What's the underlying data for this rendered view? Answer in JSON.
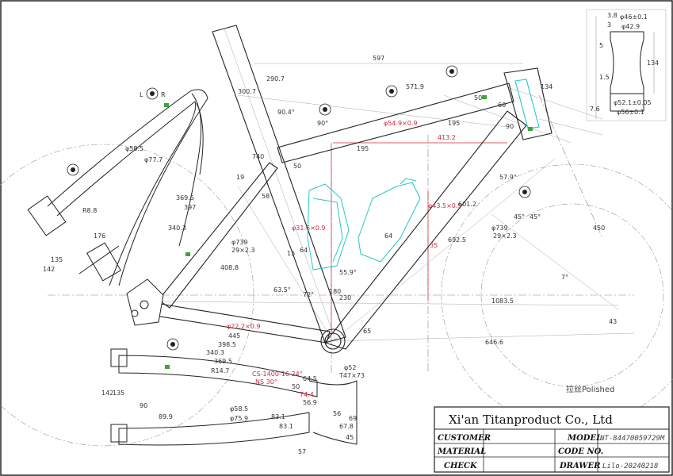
{
  "title_block": {
    "company": "Xi'an Titanproduct Co., Ltd",
    "customer_label": "CUSTOMER",
    "customer_value": "",
    "material_label": "MATERIAL",
    "material_value": "",
    "check_label": "CHECK",
    "check_value": "",
    "model_label": "MODEL",
    "model_value": "NT-84470059729M",
    "code_label": "CODE NO.",
    "code_value": "",
    "drawer_label": "DRAWER",
    "drawer_value": "Lilo-20240218"
  },
  "finish_note": "拉丝Polished",
  "colors": {
    "line": "#222222",
    "dim": "#555555",
    "red": "#d0283a",
    "cyan": "#25c8c8",
    "green": "#3aa63a"
  },
  "dimensions": {
    "top_length": "597",
    "seat_tube_angle_label": "90.4°",
    "top_tube_a": "195",
    "top_tube_b": "195",
    "top_tube_c": "413.2",
    "top_tube_d": "571.9",
    "top_dia": "φ54.9×0.9",
    "top_60": "60",
    "top_50a": "50",
    "top_50b": "50",
    "ht_134": "134",
    "ht_90": "90",
    "seat_300": "300.7",
    "seat_290": "290.7",
    "seat_740": "740",
    "seat_58": "58",
    "seat_phi": "φ31.6×0.9",
    "down_phi": "φ43.5×0.9",
    "down_601": "601.2",
    "down_692": "692.5",
    "down_64a": "64",
    "down_64b": "64",
    "down_35": "35",
    "ang_57": "57.9°",
    "ang_45a": "45°",
    "ang_45b": "45°",
    "ang_55": "55.9°",
    "ang_63": "63.5°",
    "ang_72": "72°",
    "ang_7": "7°",
    "arc_739a": "φ739",
    "arc_29a": "29×2.3",
    "arc_739b": "φ739",
    "arc_29b": "29×2.3",
    "len_408": "408.8",
    "len_369": "369.5",
    "len_397": "397",
    "len_340": "340.3",
    "len_176": "176",
    "len_135": "135",
    "len_142": "142",
    "r88": "R8.8",
    "phi585": "φ58.5",
    "phi777": "φ77.7",
    "ss_phi": "φ22.2×0.9",
    "d_230": "230",
    "d_180": "180",
    "d_65": "65",
    "d_1083": "1083.5",
    "d_646": "646.6",
    "d_43": "43",
    "d_450": "450",
    "d_phi52": "φ52",
    "d_t47": "T47×73",
    "d_19": "19",
    "d_15": "15",
    "cs_445": "445",
    "cs_398": "398.5",
    "cs_340": "340.3",
    "cs_369": "369.5",
    "cs_r147": "R14.7",
    "cs_note": "CS-1400-16 24°",
    "cs_note2": "NS 30°",
    "cs_64": "64.5",
    "cs_50": "50",
    "cs_74": "74.4",
    "cs_56": "56.9",
    "cs_142": "142",
    "cs_135": "135",
    "cs_90": "90",
    "cs_899": "89.9",
    "cs_phi585": "φ58.5",
    "cs_phi759": "φ75.9",
    "cs_57": "57",
    "cs_69": "69",
    "cs_56b": "56",
    "cs_67": "67.8",
    "cs_45": "45",
    "cs_83": "83.1",
    "cs_83b": "83.1",
    "det_46": "φ46±0.1",
    "det_42": "φ42.9",
    "det_134": "134",
    "det_5": "5",
    "det_15": "1.5",
    "det_52": "φ52.1±0.05",
    "det_56": "φ56±0.1",
    "det_38": "3.8",
    "det_3": "3",
    "det_76": "7.6",
    "lr_L": "L",
    "lr_R": "R",
    "lr_90": "90°"
  }
}
